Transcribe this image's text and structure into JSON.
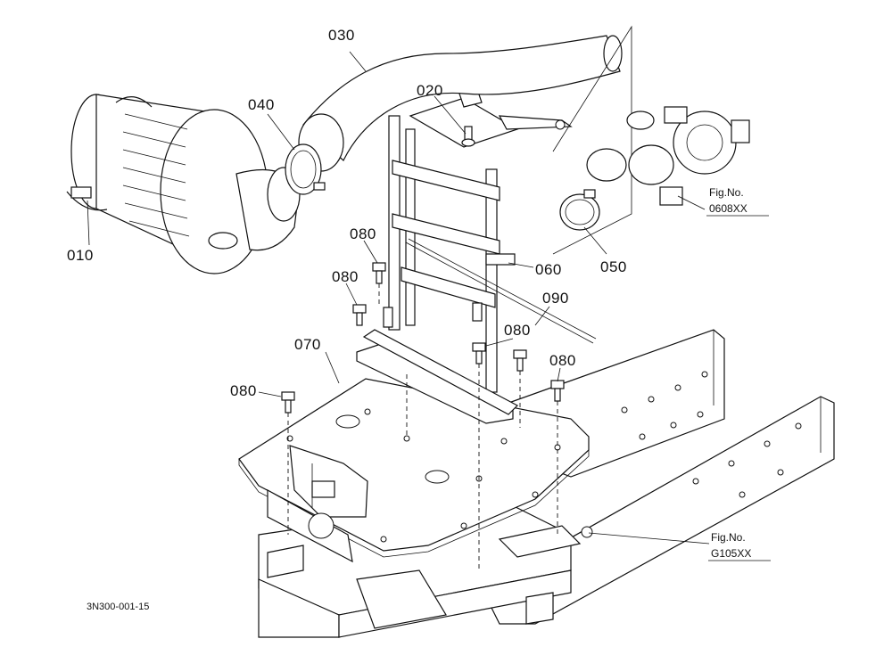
{
  "callouts": {
    "c010": "010",
    "c020": "020",
    "c030": "030",
    "c040": "040",
    "c050": "050",
    "c060": "060",
    "c070": "070",
    "c080a": "080",
    "c080b": "080",
    "c080c": "080",
    "c080d": "080",
    "c080e": "080",
    "c090": "090"
  },
  "figure_refs": {
    "turbo_fig_label": "Fig.No.",
    "turbo_fig_number": "0608XX",
    "frame_fig_label": "Fig.No.",
    "frame_fig_number": "G105XX"
  },
  "document_id": "3N300-001-15"
}
